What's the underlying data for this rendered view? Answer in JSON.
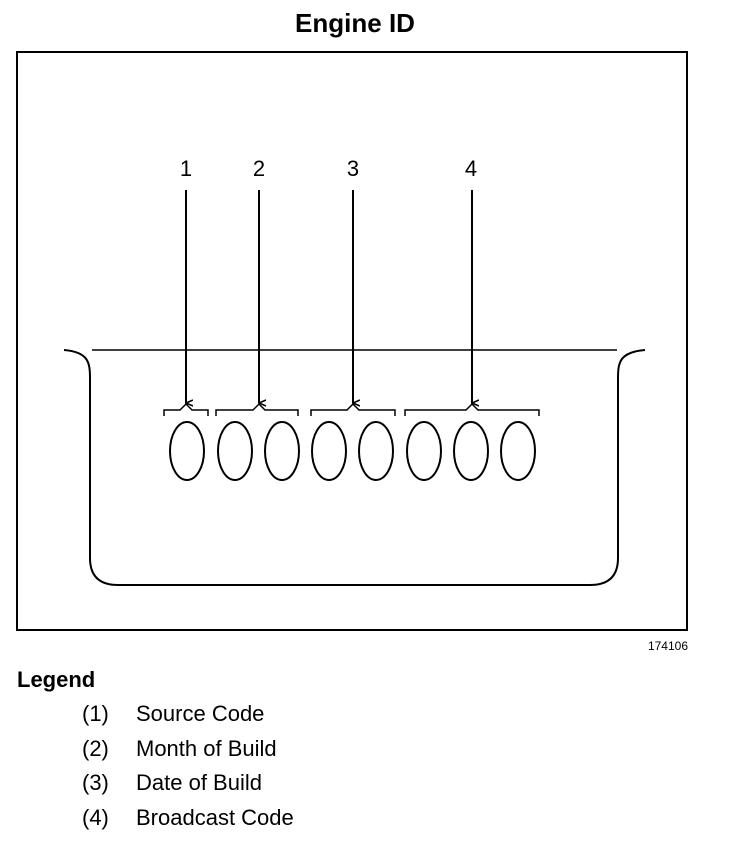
{
  "title": "Engine ID",
  "figure_id": "174106",
  "callouts": [
    "1",
    "2",
    "3",
    "4"
  ],
  "legend": {
    "title": "Legend",
    "items": [
      {
        "num": "(1)",
        "label": "Source Code"
      },
      {
        "num": "(2)",
        "label": "Month of Build"
      },
      {
        "num": "(3)",
        "label": "Date of Build"
      },
      {
        "num": "(4)",
        "label": "Broadcast Code"
      }
    ]
  }
}
